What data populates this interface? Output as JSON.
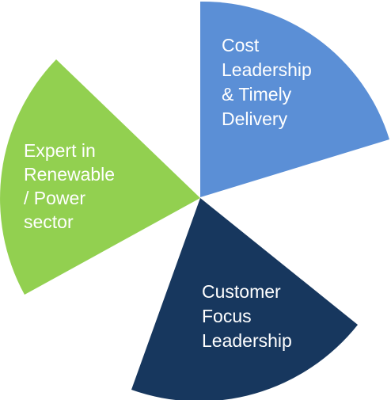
{
  "segments": [
    {
      "id": "cost-leadership",
      "lines": [
        "Cost",
        "Leadership",
        "& Timely",
        "Delivery"
      ],
      "color": "#5b8fd6"
    },
    {
      "id": "customer-focus",
      "lines": [
        "Customer",
        "Focus",
        "Leadership"
      ],
      "color": "#17375e"
    },
    {
      "id": "expert-renewable",
      "lines": [
        "Expert  in",
        "Renewable",
        "/ Power",
        "sector"
      ],
      "color": "#92d050"
    }
  ]
}
